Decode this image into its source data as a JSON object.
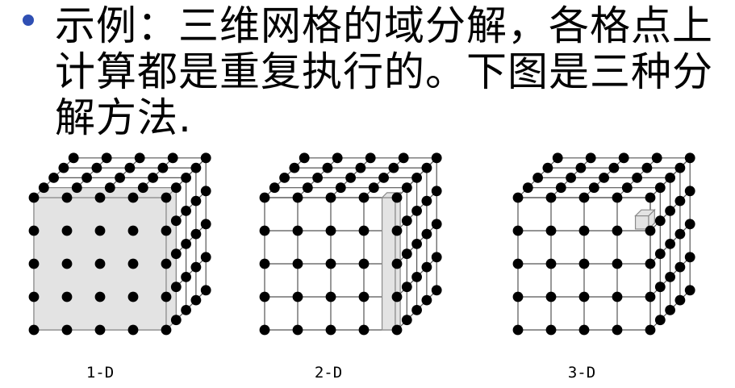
{
  "slide": {
    "bullet_text": "示例：三维网格的域分解，各格点上计算都是重复执行的。下图是三种分解方法.",
    "bullet_color": "#2f4fb3"
  },
  "figures": [
    {
      "label": "1-D",
      "decomposition": "1-D"
    },
    {
      "label": "2-D",
      "decomposition": "2-D"
    },
    {
      "label": "3-D",
      "decomposition": "3-D"
    }
  ],
  "colors": {
    "node": "#000000",
    "grid_line": "#555555",
    "highlight_fill": "#e3e3e3",
    "highlight_stroke": "#8a8a8a"
  }
}
